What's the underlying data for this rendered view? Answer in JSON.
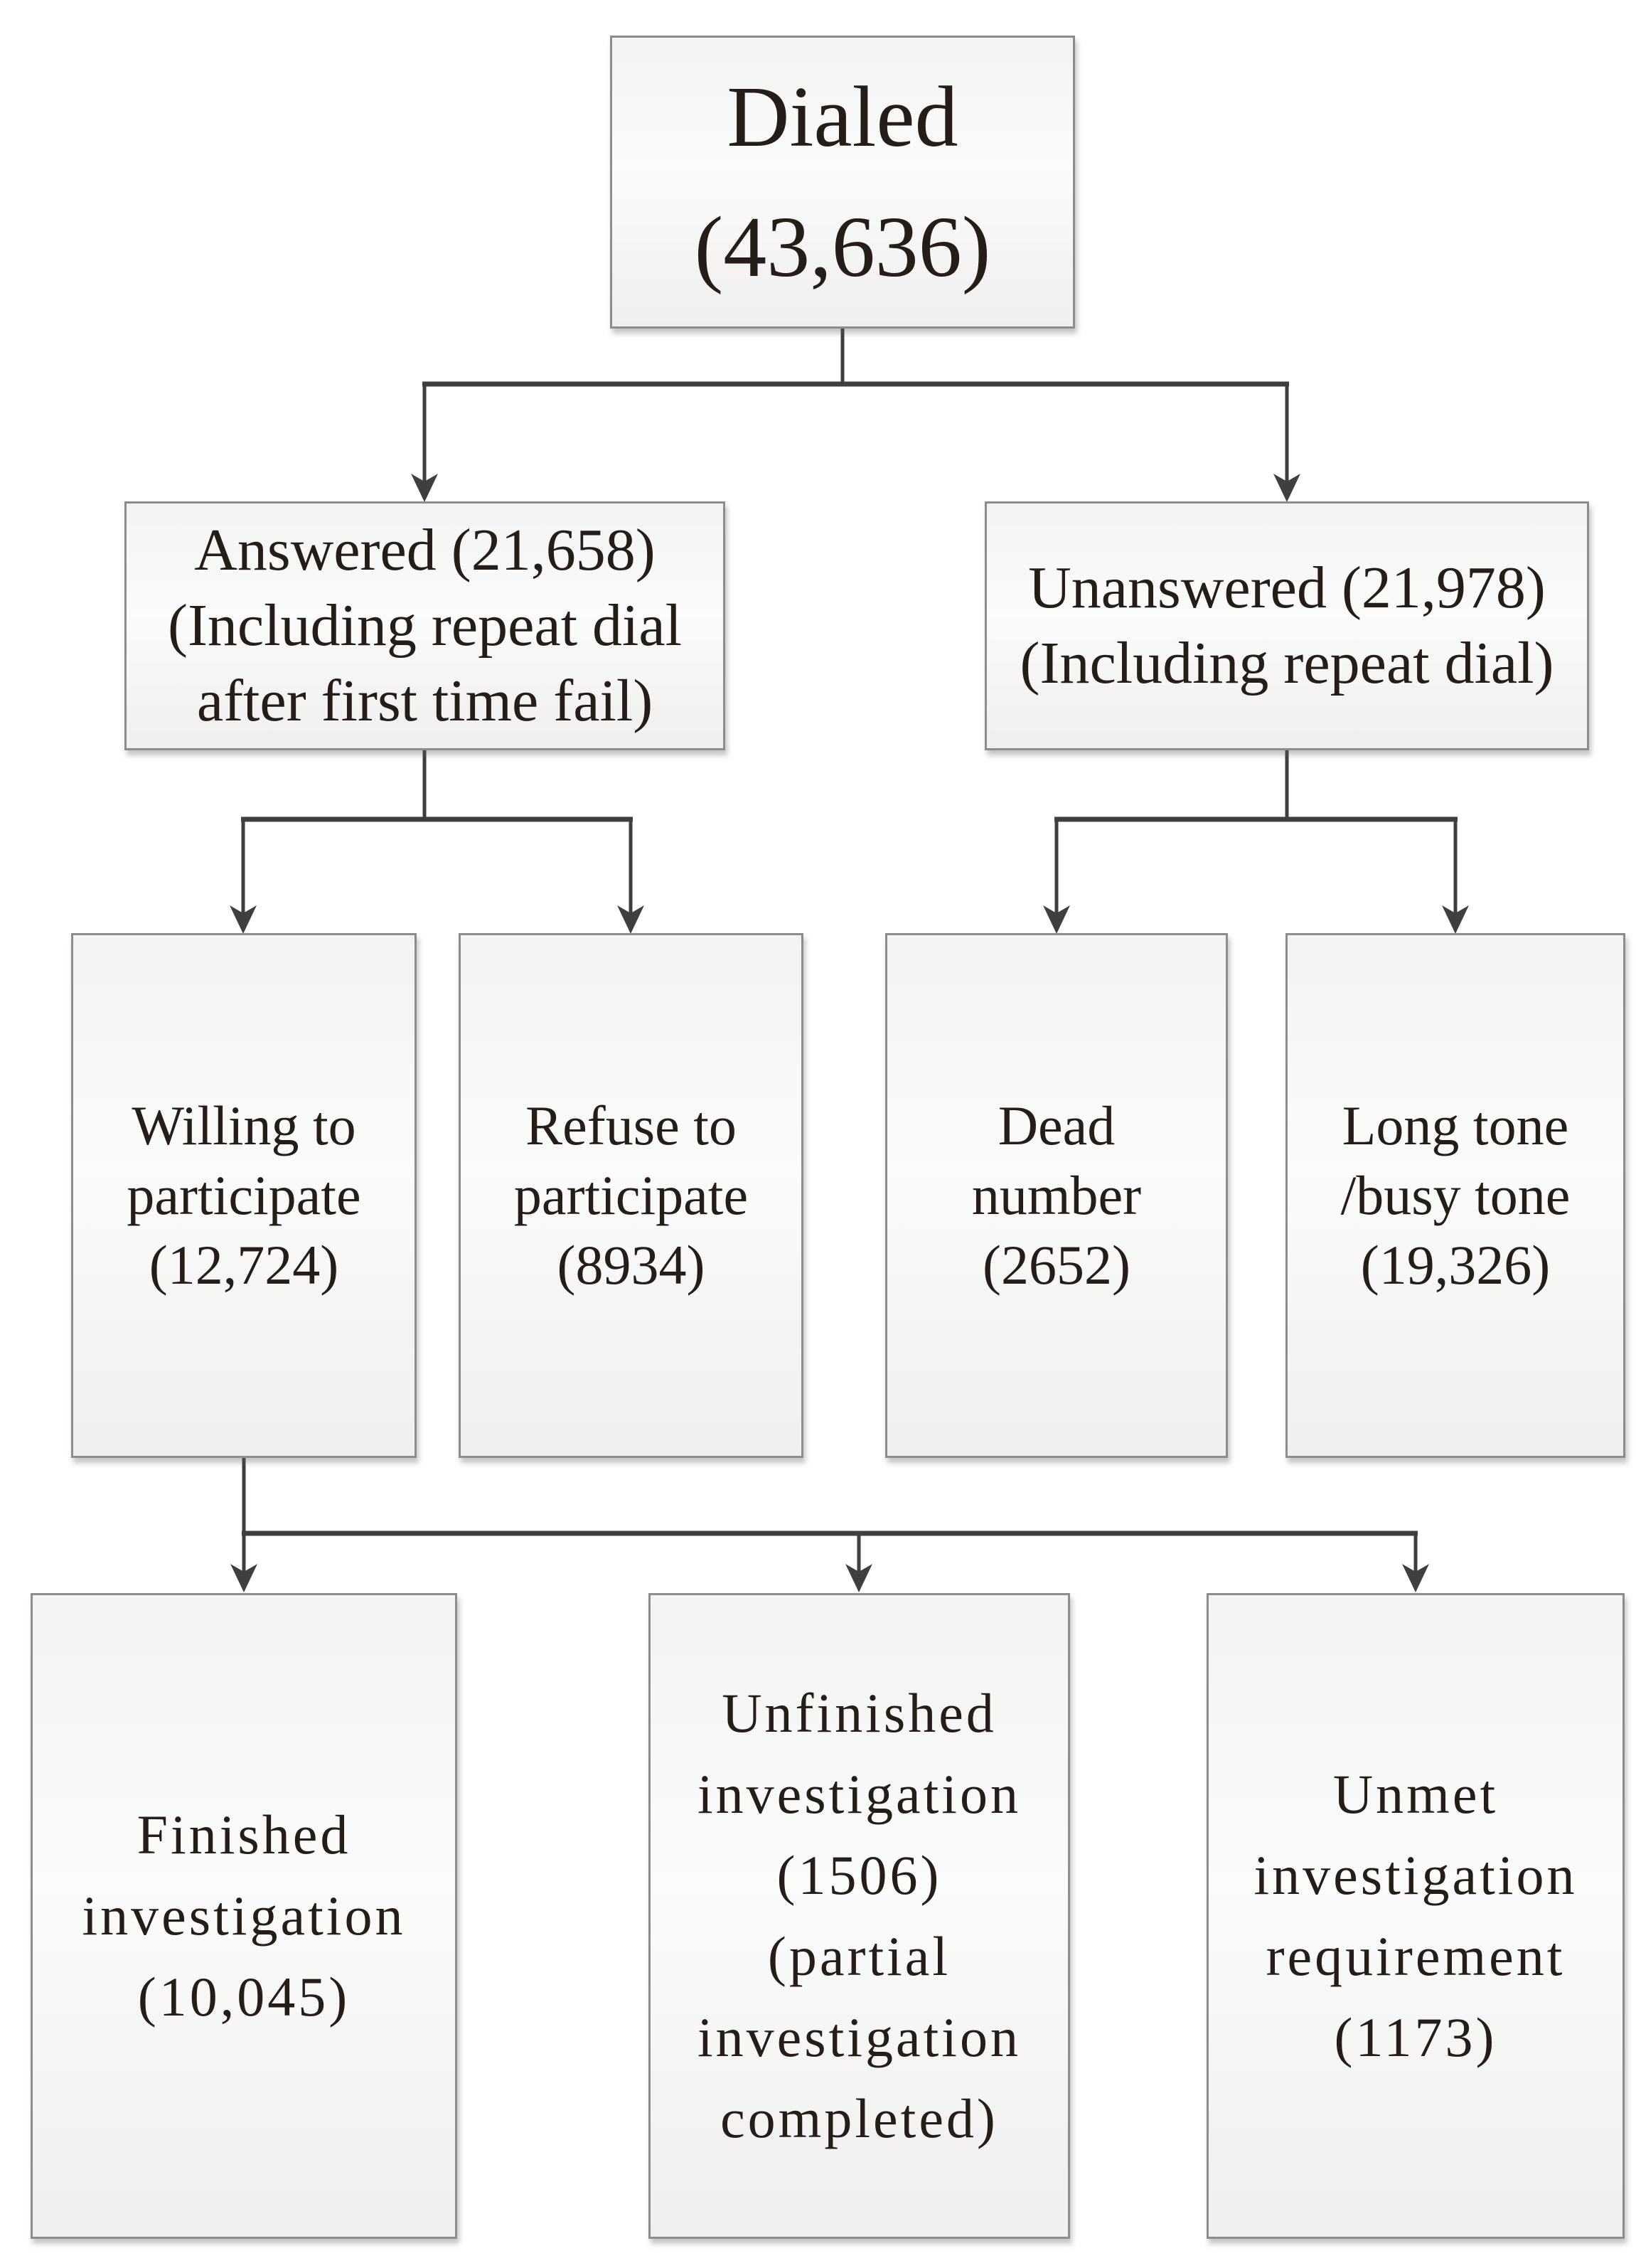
{
  "nodes": {
    "dialed": {
      "text": "Dialed\n(43,636)",
      "count": 43636
    },
    "answered": {
      "text": "Answered (21,658)\n(Including repeat dial\nafter first time fail)",
      "count": 21658
    },
    "unanswered": {
      "text": "Unanswered (21,978)\n(Including repeat dial)",
      "count": 21978
    },
    "willing": {
      "text": "Willing to\nparticipate\n(12,724)",
      "count": 12724
    },
    "refuse": {
      "text": "Refuse to\nparticipate\n(8934)",
      "count": 8934
    },
    "dead": {
      "text": "Dead\nnumber\n(2652)",
      "count": 2652
    },
    "long_busy": {
      "text": "Long tone\n/busy tone\n(19,326)",
      "count": 19326
    },
    "finished": {
      "text": "Finished\ninvestigation\n(10,045)",
      "count": 10045
    },
    "unfinished": {
      "text": "Unfinished\ninvestigation\n(1506)\n(partial\ninvestigation\ncompleted)",
      "count": 1506
    },
    "unmet": {
      "text": "Unmet\ninvestigation\nrequirement\n(1173)",
      "count": 1173
    }
  },
  "edges": [
    {
      "from": "dialed",
      "to": "answered"
    },
    {
      "from": "dialed",
      "to": "unanswered"
    },
    {
      "from": "answered",
      "to": "willing"
    },
    {
      "from": "answered",
      "to": "refuse"
    },
    {
      "from": "unanswered",
      "to": "dead"
    },
    {
      "from": "unanswered",
      "to": "long_busy"
    },
    {
      "from": "willing",
      "to": "finished"
    },
    {
      "from": "willing",
      "to": "unfinished"
    },
    {
      "from": "willing",
      "to": "unmet"
    }
  ],
  "colors": {
    "background": "#ffffff",
    "box_fill": "#f4f3f2",
    "box_border": "#8d8d8d",
    "connector": "#3f3f3f",
    "text": "#241d1a"
  }
}
